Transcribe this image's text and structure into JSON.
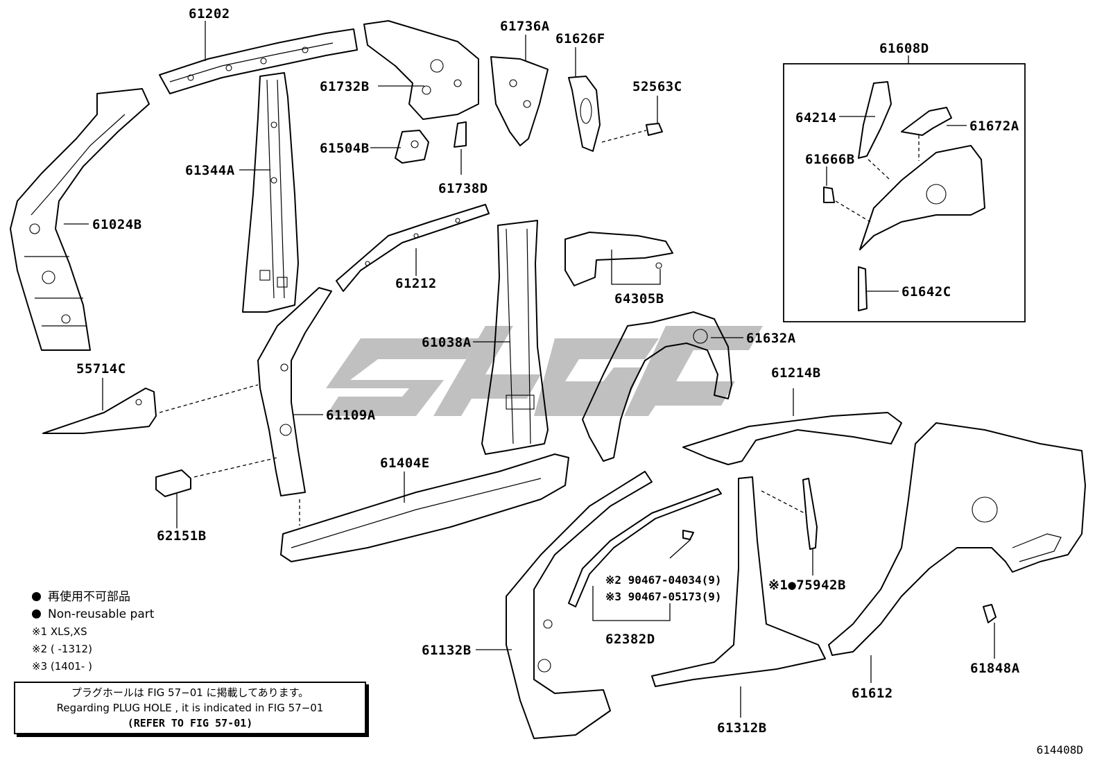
{
  "parts": [
    {
      "id": "p61202",
      "label": "61202"
    },
    {
      "id": "p61732b",
      "label": "61732B"
    },
    {
      "id": "p61736a",
      "label": "61736A"
    },
    {
      "id": "p61626f",
      "label": "61626F"
    },
    {
      "id": "p52563c",
      "label": "52563C"
    },
    {
      "id": "p61608d",
      "label": "61608D"
    },
    {
      "id": "p64214",
      "label": "64214"
    },
    {
      "id": "p61672a",
      "label": "61672A"
    },
    {
      "id": "p61666b",
      "label": "61666B"
    },
    {
      "id": "p61642c",
      "label": "61642C"
    },
    {
      "id": "p61024b",
      "label": "61024B"
    },
    {
      "id": "p61344a",
      "label": "61344A"
    },
    {
      "id": "p61504b",
      "label": "61504B"
    },
    {
      "id": "p61738d",
      "label": "61738D"
    },
    {
      "id": "p61212",
      "label": "61212"
    },
    {
      "id": "p64305b",
      "label": "64305B"
    },
    {
      "id": "p61038a",
      "label": "61038A"
    },
    {
      "id": "p61632a",
      "label": "61632A"
    },
    {
      "id": "p61214b",
      "label": "61214B"
    },
    {
      "id": "p55714c",
      "label": "55714C"
    },
    {
      "id": "p61109a",
      "label": "61109A"
    },
    {
      "id": "p61404e",
      "label": "61404E"
    },
    {
      "id": "p62151b",
      "label": "62151B"
    },
    {
      "id": "p9046704034",
      "label": "※2 90467-04034(9)"
    },
    {
      "id": "p9046705173",
      "label": "※3 90467-05173(9)"
    },
    {
      "id": "p75942b",
      "label": "※1●75942B"
    },
    {
      "id": "p62382d",
      "label": "62382D"
    },
    {
      "id": "p61132b",
      "label": "61132B"
    },
    {
      "id": "p61312b",
      "label": "61312B"
    },
    {
      "id": "p61612",
      "label": "61612"
    },
    {
      "id": "p61848a",
      "label": "61848A"
    }
  ],
  "legend": {
    "nonreusable_jp": "再使用不可部品",
    "nonreusable_en": "Non-reusable part",
    "note1": "※1 XLS,XS",
    "note2": "※2 (      -1312)",
    "note3": "※3 (1401-      )"
  },
  "notice": {
    "jp": "プラグホールは FIG 57−01 に掲載してあります。",
    "en": "Regarding  PLUG  HOLE , it is indicated in FIG  57−01",
    "ref": "(REFER TO FIG 57-01)"
  },
  "figure_number": "614408D"
}
